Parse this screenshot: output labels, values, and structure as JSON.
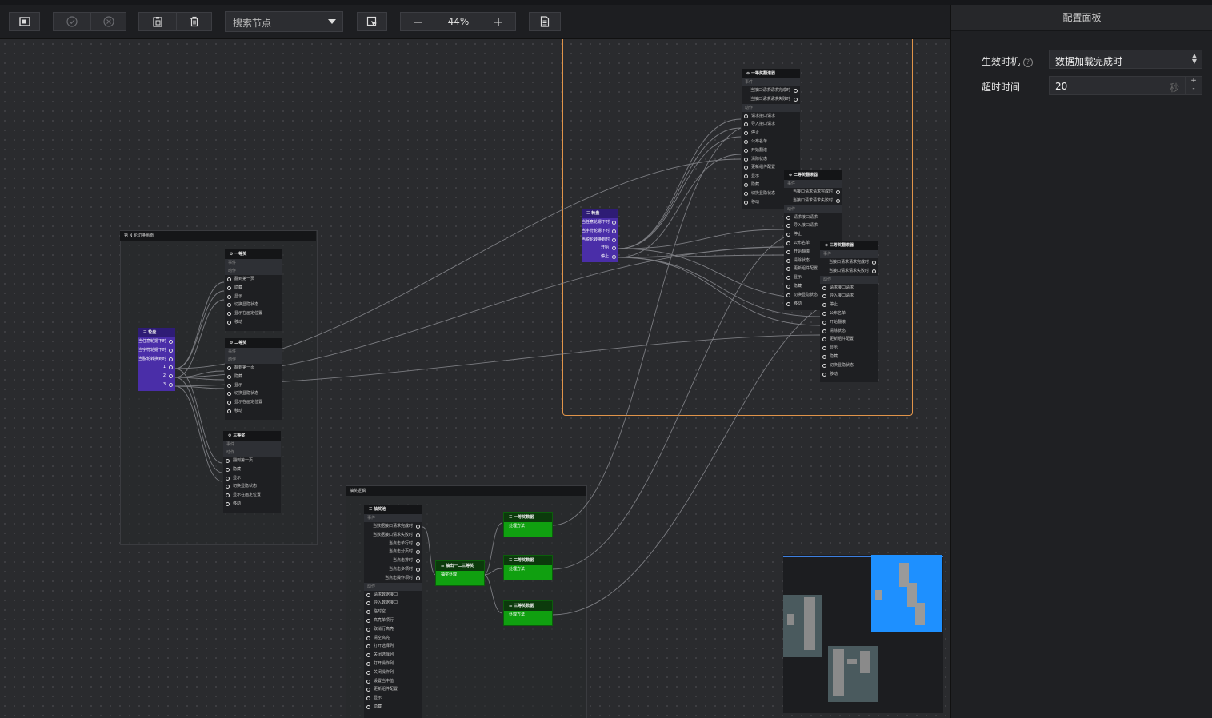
{
  "toolbar": {
    "icons": [
      "layout-icon",
      "check-circle-icon",
      "cancel-circle-icon",
      "clipboard-icon",
      "trash-icon",
      "select-icon",
      "minus-icon",
      "plus-icon",
      "document-icon"
    ],
    "search_placeholder": "搜索节点",
    "zoom": "44%",
    "zoom_minus": "−",
    "zoom_plus": "+"
  },
  "panel": {
    "title": "配置面板",
    "effective_label": "生效时机",
    "effective_value": "数据加载完成时",
    "timeout_label": "超时时间",
    "timeout_value": "20",
    "timeout_unit": "秒",
    "stepper_up": "+",
    "stepper_down": "-"
  },
  "colors": {
    "accent": "#4a2ea8",
    "green": "#10a010",
    "frame_orange": "#e0944a",
    "minimap_blue": "#1e90ff"
  },
  "groups": {
    "g1": "第 N 轮切换画面",
    "g2": "抽奖逻辑"
  },
  "nodes": {
    "rotate_left": {
      "title": "轮盘",
      "items": [
        "当任意轮摁下时",
        "当宇符轮摁下时",
        "当脱轮转换到时",
        "1",
        "2",
        "3"
      ]
    },
    "prize1": {
      "title": "一等奖",
      "event": "事件",
      "action": "动作",
      "items": [
        "翻到第一页",
        "隐藏",
        "显示",
        "切换显隐状态",
        "显示在画定位置",
        "移动"
      ]
    },
    "prize2": {
      "title": "二等奖",
      "event": "事件",
      "action": "动作",
      "items": [
        "翻到第一页",
        "隐藏",
        "显示",
        "切换显隐状态",
        "显示在画定位置",
        "移动"
      ]
    },
    "prize3": {
      "title": "三等奖",
      "event": "事件",
      "action": "动作",
      "items": [
        "翻到第一页",
        "隐藏",
        "显示",
        "切换显隐状态",
        "显示在画定位置",
        "移动"
      ]
    },
    "rotate_right": {
      "title": "轮盘",
      "items": [
        "当任意轮摁下时",
        "当宇符轮摁下时",
        "当脱轮转换到时",
        "开始",
        "停止"
      ]
    },
    "list1": {
      "title": "一等奖翻滚器",
      "event": "事件",
      "events": [
        "当接口请求请求完成时",
        "当接口请求请求失败时"
      ],
      "action": "动作",
      "items": [
        "请求接口请求",
        "导入接口请求",
        "停止",
        "公布名单",
        "开始翻滚",
        "清除状态",
        "更新组件配置",
        "显示",
        "隐藏",
        "切换显隐状态",
        "移动"
      ]
    },
    "list2": {
      "title": "二等奖翻滚器",
      "event": "事件",
      "events": [
        "当接口请求请求完成时",
        "当接口请求请求失败时"
      ],
      "action": "动作",
      "items": [
        "请求接口请求",
        "导入接口请求",
        "停止",
        "公布名单",
        "开始翻滚",
        "清除状态",
        "更新组件配置",
        "显示",
        "隐藏",
        "切换显隐状态",
        "移动"
      ]
    },
    "list3": {
      "title": "三等奖翻滚器",
      "event": "事件",
      "events": [
        "当接口请求请求完成时",
        "当接口请求请求失败时"
      ],
      "action": "动作",
      "items": [
        "请求接口请求",
        "导入接口请求",
        "停止",
        "公布名单",
        "开始翻滚",
        "清除状态",
        "更新组件配置",
        "显示",
        "隐藏",
        "切换显隐状态",
        "移动"
      ]
    },
    "lottery": {
      "title": "抽奖池",
      "event": "事件",
      "events": [
        "当数据接口请求完成时",
        "当数据接口请求失败时",
        "当点击单行时",
        "当点击分页时",
        "当点击排时",
        "当点击多项时",
        "当点击操作项时"
      ],
      "action": "动作",
      "items": [
        "请求数据接口",
        "导入数据接口",
        "临时空",
        "高亮单项行",
        "取消行高亮",
        "清空高亮",
        "打开选择列",
        "关闭选择列",
        "打开操作列",
        "关闭操作列",
        "设置当中值",
        "更新组件配置",
        "显示",
        "隐藏"
      ]
    },
    "extract": {
      "title": "抽出一二三等奖",
      "items": [
        "抽奖处理"
      ]
    },
    "d1": {
      "title": "一等奖数据",
      "items": [
        "处理方法"
      ]
    },
    "d2": {
      "title": "二等奖数据",
      "items": [
        "处理方法"
      ]
    },
    "d3": {
      "title": "三等奖数据",
      "items": [
        "处理方法"
      ]
    }
  }
}
